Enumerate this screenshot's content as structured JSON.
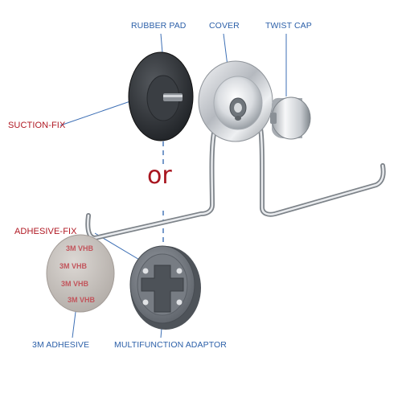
{
  "labels": {
    "rubber_pad": "RUBBER PAD",
    "cover": "COVER",
    "twist_cap": "TWIST CAP",
    "suction_fix": "SUCTION-FIX",
    "or": "or",
    "adhesive_fix": "ADHESIVE-FIX",
    "adhesive_3m": "3M ADHESIVE",
    "multifunction_adaptor": "MULTIFUNCTION ADAPTOR"
  },
  "adhesive_print": "3M VHB",
  "colors": {
    "label_blue": "#2b5fa8",
    "label_red": "#b01822",
    "leader_line": "#3d6fb5",
    "chrome": "#c9ccd1",
    "rubber": "#2f3236",
    "adhesive_pad": "#c9c4c0",
    "adaptor": "#7b8087"
  }
}
